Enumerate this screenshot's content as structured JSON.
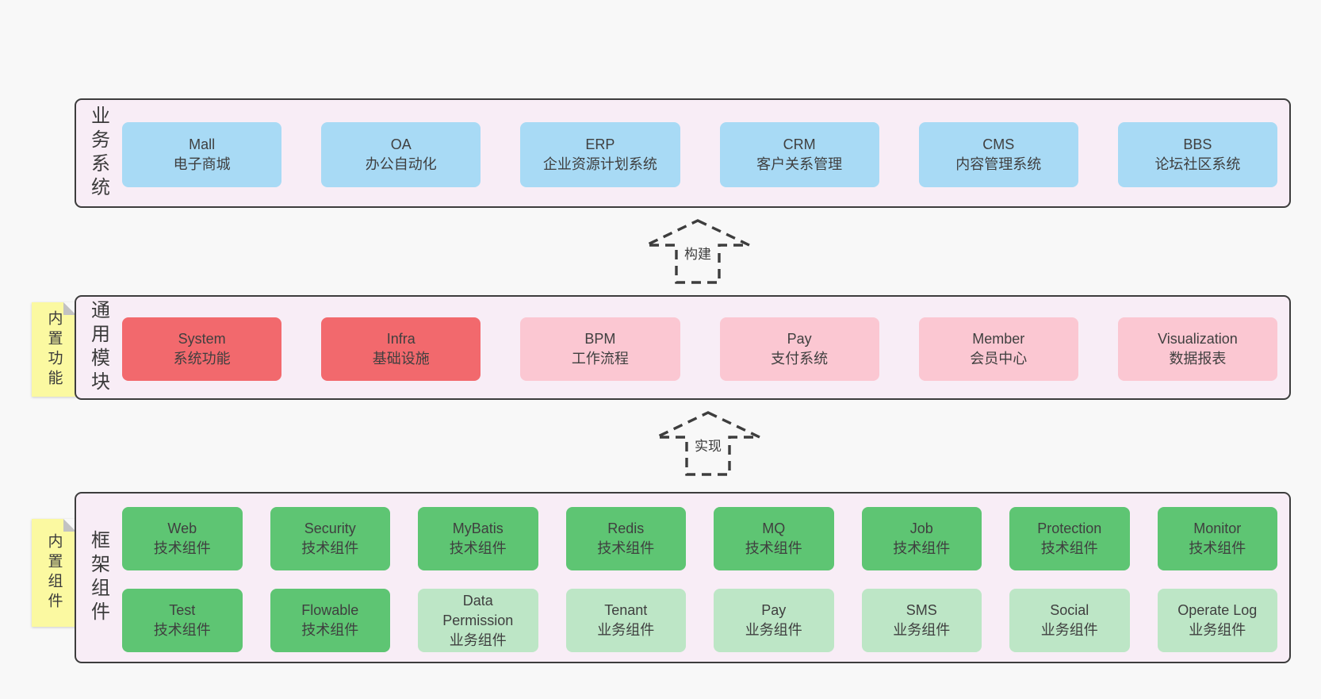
{
  "diagram": {
    "colors": {
      "page_background": "#f8f8f8",
      "panel_fill": "#f8edf6",
      "panel_border": "#3d3d3d",
      "blue_box": "#a8daf5",
      "red_box": "#f2696d",
      "pink_box": "#fbc7d2",
      "green_box": "#5ec573",
      "light_green_box": "#bde6c6",
      "sticky_yellow": "#fbf9a1",
      "sticky_fold_gray": "#c2c2c2",
      "text": "#3b3b3b"
    },
    "arrows": [
      {
        "label": "构建"
      },
      {
        "label": "实现"
      }
    ],
    "stickies": [
      {
        "label": "内置功能"
      },
      {
        "label": "内置组件"
      }
    ],
    "layers": [
      {
        "label": "业务系统",
        "boxes": [
          {
            "title": "Mall",
            "subtitle": "电子商城"
          },
          {
            "title": "OA",
            "subtitle": "办公自动化"
          },
          {
            "title": "ERP",
            "subtitle": "企业资源计划系统"
          },
          {
            "title": "CRM",
            "subtitle": "客户关系管理"
          },
          {
            "title": "CMS",
            "subtitle": "内容管理系统"
          },
          {
            "title": "BBS",
            "subtitle": "论坛社区系统"
          }
        ]
      },
      {
        "label": "通用模块",
        "boxes": [
          {
            "title": "System",
            "subtitle": "系统功能"
          },
          {
            "title": "Infra",
            "subtitle": "基础设施"
          },
          {
            "title": "BPM",
            "subtitle": "工作流程"
          },
          {
            "title": "Pay",
            "subtitle": "支付系统"
          },
          {
            "title": "Member",
            "subtitle": "会员中心"
          },
          {
            "title": "Visualization",
            "subtitle": "数据报表"
          }
        ]
      },
      {
        "label": "框架组件",
        "rows": [
          [
            {
              "title": "Web",
              "subtitle": "技术组件"
            },
            {
              "title": "Security",
              "subtitle": "技术组件"
            },
            {
              "title": "MyBatis",
              "subtitle": "技术组件"
            },
            {
              "title": "Redis",
              "subtitle": "技术组件"
            },
            {
              "title": "MQ",
              "subtitle": "技术组件"
            },
            {
              "title": "Job",
              "subtitle": "技术组件"
            },
            {
              "title": "Protection",
              "subtitle": "技术组件"
            },
            {
              "title": "Monitor",
              "subtitle": "技术组件"
            }
          ],
          [
            {
              "title": "Test",
              "subtitle": "技术组件"
            },
            {
              "title": "Flowable",
              "subtitle": "技术组件"
            },
            {
              "title": "Data Permission",
              "subtitle": "业务组件"
            },
            {
              "title": "Tenant",
              "subtitle": "业务组件"
            },
            {
              "title": "Pay",
              "subtitle": "业务组件"
            },
            {
              "title": "SMS",
              "subtitle": "业务组件"
            },
            {
              "title": "Social",
              "subtitle": "业务组件"
            },
            {
              "title": "Operate Log",
              "subtitle": "业务组件"
            }
          ]
        ]
      }
    ]
  }
}
